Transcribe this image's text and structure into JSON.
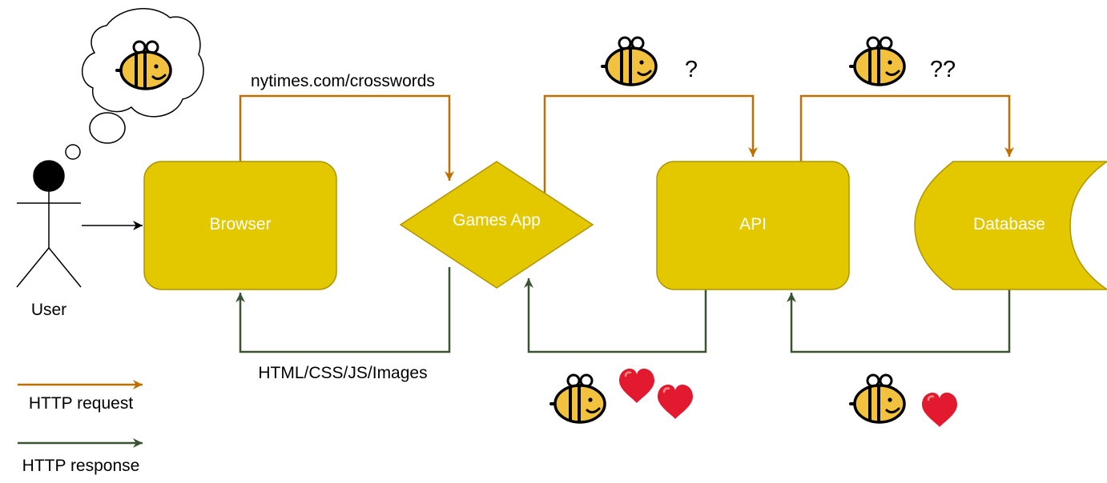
{
  "diagram": {
    "actor_label": "User",
    "nodes": {
      "browser": "Browser",
      "games_app": "Games App",
      "api": "API",
      "database": "Database"
    },
    "edge_labels": {
      "request_url": "nytimes.com/crosswords",
      "response_assets": "HTML/CSS/JS/Images",
      "api_question": "?",
      "db_question": "??"
    },
    "legend": {
      "request": "HTTP request",
      "response": "HTTP response"
    },
    "icons": [
      "bee-icon",
      "heart-icon",
      "thought-bubble-icon",
      "stick-figure-icon"
    ]
  },
  "colors": {
    "node_fill": "#e3c800",
    "node_stroke": "#b09500",
    "request": "#bd7000",
    "response": "#3a5431",
    "bee_body": "#f2c13e",
    "heart": "#e3192f"
  }
}
